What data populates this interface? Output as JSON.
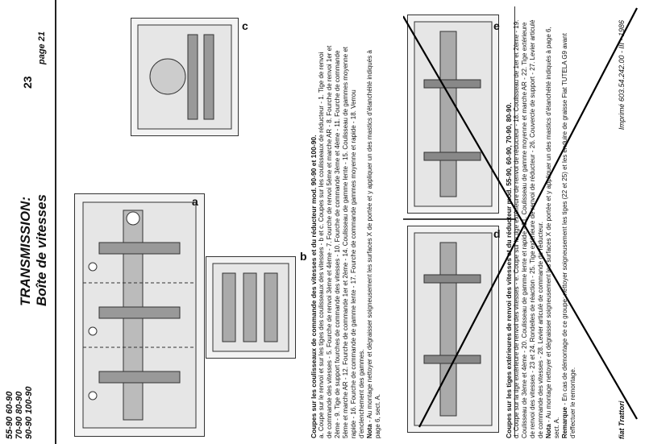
{
  "header": {
    "models": [
      "55-90  60-90",
      "70-90  80-90",
      "90-90 100-90"
    ],
    "title": "TRANSMISSION:",
    "subtitle": "Boîte de vitesses",
    "page_number": "23",
    "page_label": "page 21"
  },
  "figures": {
    "a": "a",
    "b": "b",
    "c": "c",
    "d": "d",
    "e": "e"
  },
  "section1": {
    "heading": "Coupes sur les coulisseaux de commande des vitesses et du réducteur mod. 90-90 et 100-90.",
    "body": "a. Coupe sur le renvoi et sur les tiges des coulisseaux des vitesses - b et c. Coupes sur les coulisseaux de réducteur - 1. Tige de renvoi de commande des vitesses - 5. Fourche de renvoi 3ème et 4ème - 7. Fourche de renvoi 5ème et marche AR - 8. Fourche de renvoi 1er et 2ème - 9. Tige de support fourches de commande des vitesses - 10. Fourche de commande 3ème et 4ème - 11. Fourche de commande 5ème et marche AR - 12. Fourche de commande 1er et 2ème - 14. Coulisseau de gamme lente - 15. Coulisseau de gammes moyenne et rapide - 16. Fourche de commande de gamme lente - 17. Fourche de commande gammes moyenne et rapide - 18. Verrou d'enclenchement des gammes.",
    "note_label": "Nota",
    "note": " - Au montage nettoyer et dégraisser soigneusement les surfaces X de portée et y appliquer un des mastics d'étanchéité indiqués à page 6, sect. A."
  },
  "section2": {
    "heading": "Coupes sur les tiges extérieures de renvoi des vitesses et du réducteur mod. 55-90, 60-90, 70-90, 80-90.",
    "body": "d. Coupe sur la tige extérieure de renvoi des vitesses - e. Coupe sur la tige extérieure de renvoi de réducteur - 18. Coulisseau de 1er et 2ème - 19. Coulisseau de 3ème et 4ème - 20. Coulisseau de gamme lente et rapide - 21. Coulisseau de gamme moyenne et marche AR - 22. Tige extérieure de renvoi des vitesses - 23 et 24. Rondelles de réaction - 25. Tige extérieure de renvoi de réducteur - 26. Couvercle de support - 27. Levier articulé de commande des vitesses - 28. Levier articulé de commande de réducteur.",
    "note_label": "Nota",
    "note": " - Au montage nettoyer et dégraisser soigneusement les surfaces X de portée et y appliquer un des mastics d'étanchéité indiqués à page 6, sect. A.",
    "remark_label": "Remarque",
    "remark": " - En cas de démontage de ce groupe: nettoyer soigneusement les tiges (22 et 25) et les enduire de graisse Fiat TUTELA G9 avant d'effectuer le remontage."
  },
  "footer": {
    "brand": "fiat Trattori",
    "printed": "Imprimé 603.54.242.00 - III - 1986"
  }
}
